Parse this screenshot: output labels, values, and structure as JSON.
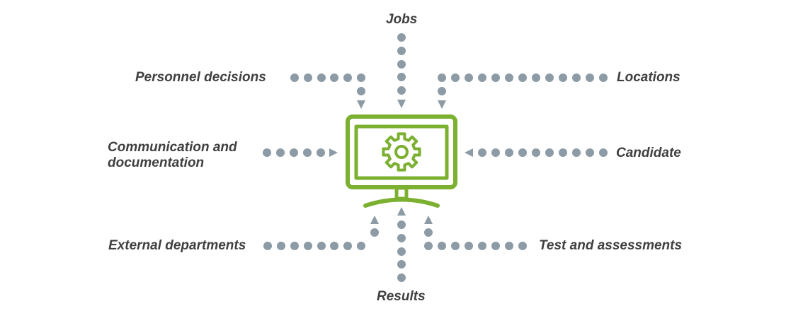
{
  "labels": {
    "jobs": "Jobs",
    "personnel_decisions": "Personnel decisions",
    "locations": "Locations",
    "communication_line1": "Communication and",
    "communication_line2": "documentation",
    "candidate": "Candidate",
    "external_departments": "External departments",
    "test_and_assessments": "Test and assessments",
    "results": "Results"
  },
  "colors": {
    "dots": "#8c9ba5",
    "monitor": "#7cb030",
    "text": "#3f3f3f"
  },
  "icons": {
    "center": "monitor-gear-icon"
  }
}
